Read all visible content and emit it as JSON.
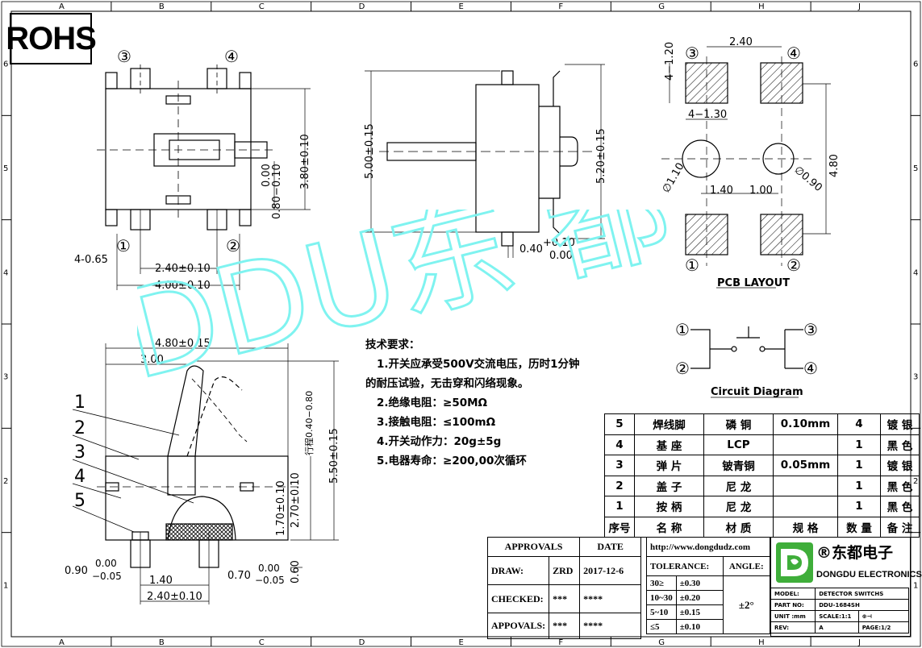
{
  "rohs": "ROHS",
  "grid": {
    "columns": [
      "A",
      "B",
      "C",
      "D",
      "E",
      "F",
      "G",
      "H",
      "J"
    ],
    "rows": [
      "6",
      "5",
      "4",
      "3",
      "2",
      "1"
    ]
  },
  "watermark": "DDU东 都",
  "top_view": {
    "pins": [
      "③",
      "④",
      "①",
      "②"
    ],
    "dims": {
      "pitch": "2.40±0.10",
      "width": "4.00±0.10",
      "height": "3.80±0.10",
      "pad": "4-0.65",
      "offset_a": "0.00",
      "offset_b": "0.80−0.10"
    }
  },
  "side_view": {
    "dims": {
      "left": "5.00±0.15",
      "right": "5.20±0.15",
      "bottom_a": "0.40",
      "bottom_b": "+0.10",
      "bottom_c": "0.00"
    }
  },
  "pcb_layout": {
    "title": "PCB LAYOUT",
    "pins": [
      "③",
      "④",
      "①",
      "②"
    ],
    "dims": {
      "pitch": "2.40",
      "height": "4.80",
      "pad_h": "4−1.20",
      "pad_w": "4−1.30",
      "hole_l": "∅1.10",
      "hole_r": "∅0.90",
      "d1": "1.40",
      "d2": "1.00"
    }
  },
  "circuit": {
    "title": "Circuit Diagram",
    "pins": [
      "①",
      "②",
      "③",
      "④"
    ]
  },
  "section_view": {
    "parts": [
      "1",
      "2",
      "3",
      "4",
      "5"
    ],
    "dims": {
      "width": "4.80±0.15",
      "lever": "3.00",
      "travel": "行程0.40−0.80",
      "height": "5.50±0.15",
      "h2": "2.70±0.10",
      "h3": "1.70±0.10",
      "h4": "0.60",
      "pitch": "2.40±0.10",
      "p2": "1.40",
      "p3a": "0.90",
      "p3b": "0.00",
      "p3c": "−0.05",
      "p4a": "0.70",
      "p4b": "0.00",
      "p4c": "−0.05"
    }
  },
  "tech": {
    "title": "技术要求：",
    "items": [
      "1.开关应承受500V交流电压，历时1分钟",
      "的耐压试验，无击穿和闪络现象。",
      "2.绝缘电阻：≥50MΩ",
      "3.接触电阻：≤100mΩ",
      "4.开关动作力：20g±5g",
      "5.电器寿命：≥200,00次循环"
    ]
  },
  "bom": {
    "rows": [
      [
        "5",
        "焊线脚",
        "磷  铜",
        "0.10mm",
        "4",
        "镀 银"
      ],
      [
        "4",
        "基  座",
        "LCP",
        "",
        "1",
        "黑 色"
      ],
      [
        "3",
        "弹  片",
        "铍青铜",
        "0.05mm",
        "1",
        "镀 银"
      ],
      [
        "2",
        "盖  子",
        "尼  龙",
        "",
        "1",
        "黑 色"
      ],
      [
        "1",
        "按  柄",
        "尼  龙",
        "",
        "1",
        "黑 色"
      ]
    ],
    "header": [
      "序号",
      "名  称",
      "材  质",
      "规  格",
      "数 量",
      "备 注"
    ]
  },
  "title_block": {
    "approvals": "APPROVALS",
    "date_h": "DATE",
    "url": "http://www.dongdudz.com",
    "draw": "DRAW:",
    "draw_by": "ZRD",
    "draw_date": "2017-12-6",
    "checked": "CHECKED:",
    "checked_by": "***",
    "checked_date": "****",
    "appovals": "APPOVALS:",
    "appovals_by": "***",
    "appovals_date": "****",
    "tolerance": "TOLERANCE:",
    "angle": "ANGLE:",
    "angle_val": "±2°",
    "tol_rows": [
      [
        "30≥",
        "±0.30"
      ],
      [
        "10~30",
        "±0.20"
      ],
      [
        "5~10",
        "±0.15"
      ],
      [
        "≤5",
        "±0.10"
      ]
    ],
    "company_cn": "®东都电子",
    "company_en": "DONGDU ELECTRONICS",
    "model": "MODEL:",
    "model_val": "DETECTOR SWITCHS",
    "part_no": "PART NO:",
    "part_val": "DDU-1684SH",
    "unit": "UNIT :mm",
    "scale": "SCALE:1:1",
    "rev": "REV:",
    "rev_val": "A",
    "page": "PAGE:1/2"
  },
  "colors": {
    "watermark": "#7ff3f0",
    "line": "#000000",
    "logo_green": "#3fae3a"
  }
}
